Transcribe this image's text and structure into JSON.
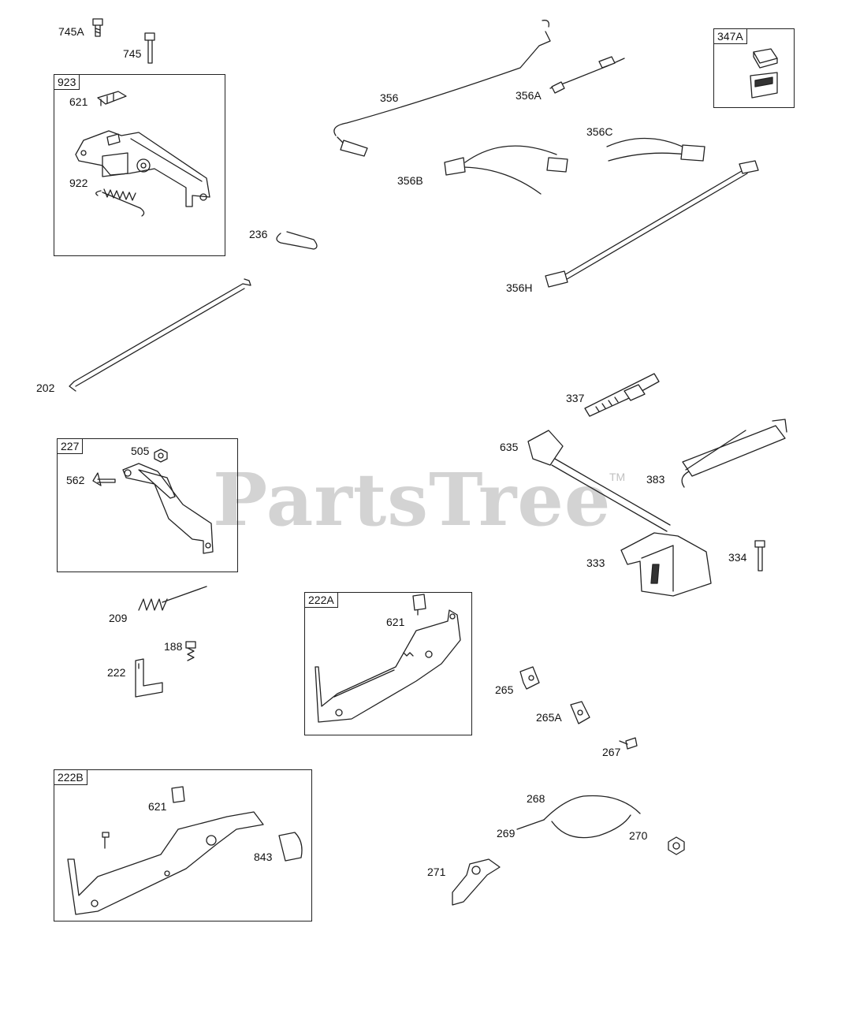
{
  "watermark": {
    "text": "PartsTree",
    "trademark": "TM"
  },
  "boxes": {
    "b923": "923",
    "b227": "227",
    "b222A": "222A",
    "b222B": "222B",
    "b347A": "347A"
  },
  "labels": {
    "p745A": "745A",
    "p745": "745",
    "p621a": "621",
    "p922": "922",
    "p236": "236",
    "p202": "202",
    "p356": "356",
    "p356A": "356A",
    "p356B": "356B",
    "p356C": "356C",
    "p356H": "356H",
    "p505": "505",
    "p562": "562",
    "p209": "209",
    "p188": "188",
    "p222": "222",
    "p621b": "621",
    "p621c": "621",
    "p843": "843",
    "p337": "337",
    "p635": "635",
    "p383": "383",
    "p333": "333",
    "p334": "334",
    "p265": "265",
    "p265A": "265A",
    "p267": "267",
    "p268": "268",
    "p269": "269",
    "p270": "270",
    "p271": "271"
  }
}
